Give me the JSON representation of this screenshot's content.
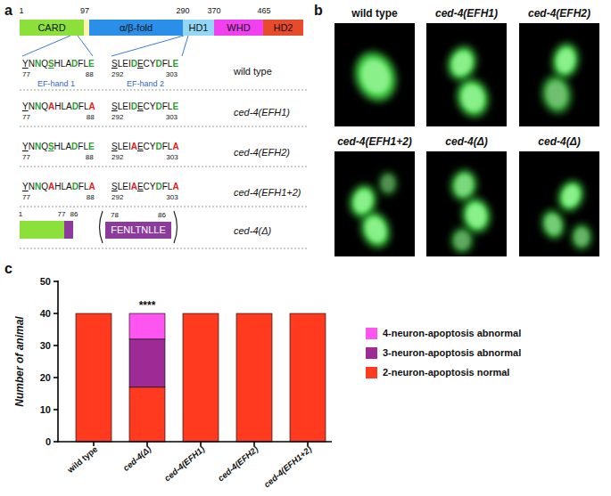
{
  "diagram": {
    "nodes": [
      {
        "text": [
          "CARD"
        ]
      },
      {
        "text": [
          "α/β-fold"
        ]
      },
      {
        "text": [
          "HD1"
        ]
      },
      {
        "text": [
          "WHD"
        ]
      },
      {
        "text": [
          "HD2"
        ]
      },
      {
        "text": [
          "FENLTNLLE"
        ]
      },
      {
        "text": [
          "wild type"
        ]
      },
      {
        "text": [
          "ced-4(EFH1)"
        ]
      },
      {
        "text": [
          "ced-4(EFH2)"
        ]
      },
      {
        "text": [
          "ced-4(EFH1+2)"
        ]
      },
      {
        "text": [
          "ced-4(Δ)"
        ]
      },
      {
        "text": [
          "ced-4(Δ)"
        ]
      }
    ],
    "labels": [
      "a",
      "b",
      "c",
      "1",
      "97",
      "290",
      "370",
      "465",
      "YNNQSHLADFLE",
      "SLEIDECYDFLE",
      "77",
      "88",
      "292",
      "303",
      "EF-hand 1",
      "EF-hand 2",
      "wild type",
      "YNNQAHLADFLA",
      "SLEIDECYDFLE",
      "77",
      "88",
      "292",
      "303",
      "ced-4(EFH1)",
      "YNNQSHLADFLE",
      "SLEIAECYDFLA",
      "77",
      "88",
      "292",
      "303",
      "ced-4(EFH2)",
      "YNNQAHLADFLA",
      "SLEIAECYDFLA",
      "77",
      "88",
      "292",
      "303",
      "ced-4(EFH1+2)",
      "1",
      "77",
      "86",
      "78",
      "86",
      "ced-4(Δ)",
      "Number of animal",
      "0",
      "10",
      "20",
      "30",
      "40",
      "50",
      "****",
      "wild type",
      "ced-4(Δ)",
      "ced-4(EFH1)",
      "ced-4(EFH2)",
      "ced-4(EFH1+2)"
    ],
    "legend": [
      {
        "text": "4-neuron-apoptosis abnormal",
        "color": "#ff55f0"
      },
      {
        "text": "3-neuron-apoptosis abnormal",
        "color": "#9e2a96"
      },
      {
        "text": "2-neuron-apoptosis normal",
        "color": "#ff3a1e"
      }
    ]
  }
}
